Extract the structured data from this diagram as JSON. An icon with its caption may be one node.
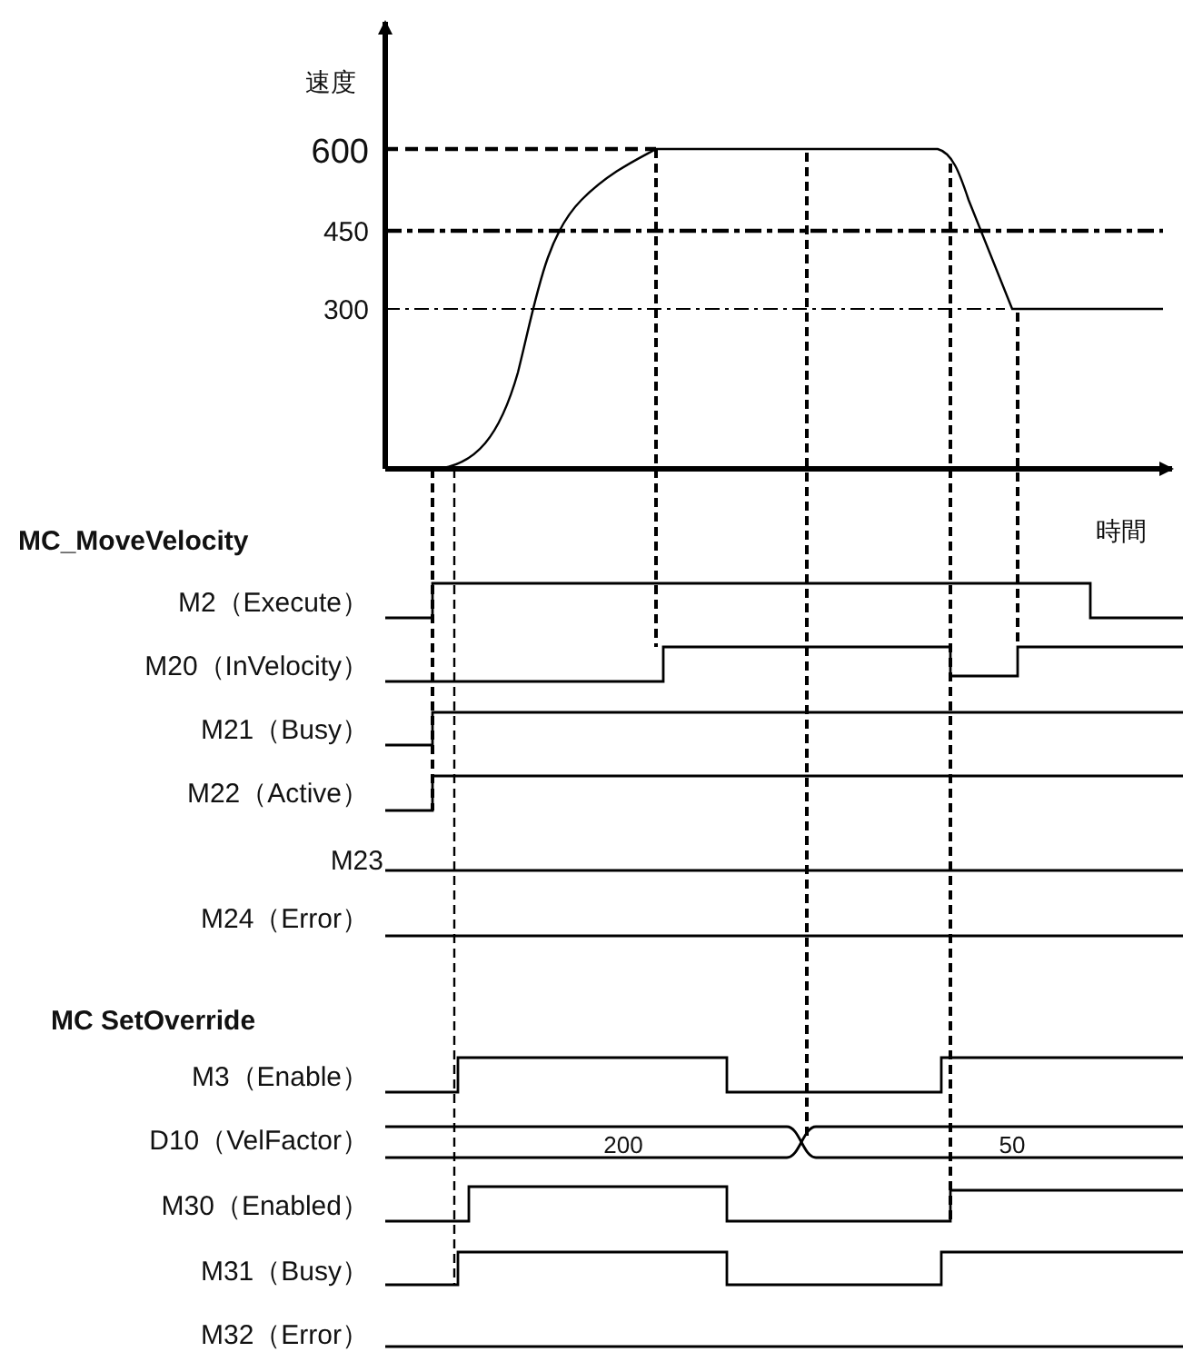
{
  "diagram": {
    "labels": [
      "速度",
      "600",
      "450",
      "300",
      "時間",
      "MC_MoveVelocity",
      "M2（Execute）",
      "M20（InVelocity）",
      "M21（Busy）",
      "M22（Active）",
      "M23",
      "M24（Error）",
      "MC SetOverride",
      "M3（Enable）",
      "D10（VelFactor）",
      "200",
      "50",
      "M30（Enabled）",
      "M31（Busy）",
      "M32（Error）"
    ]
  }
}
